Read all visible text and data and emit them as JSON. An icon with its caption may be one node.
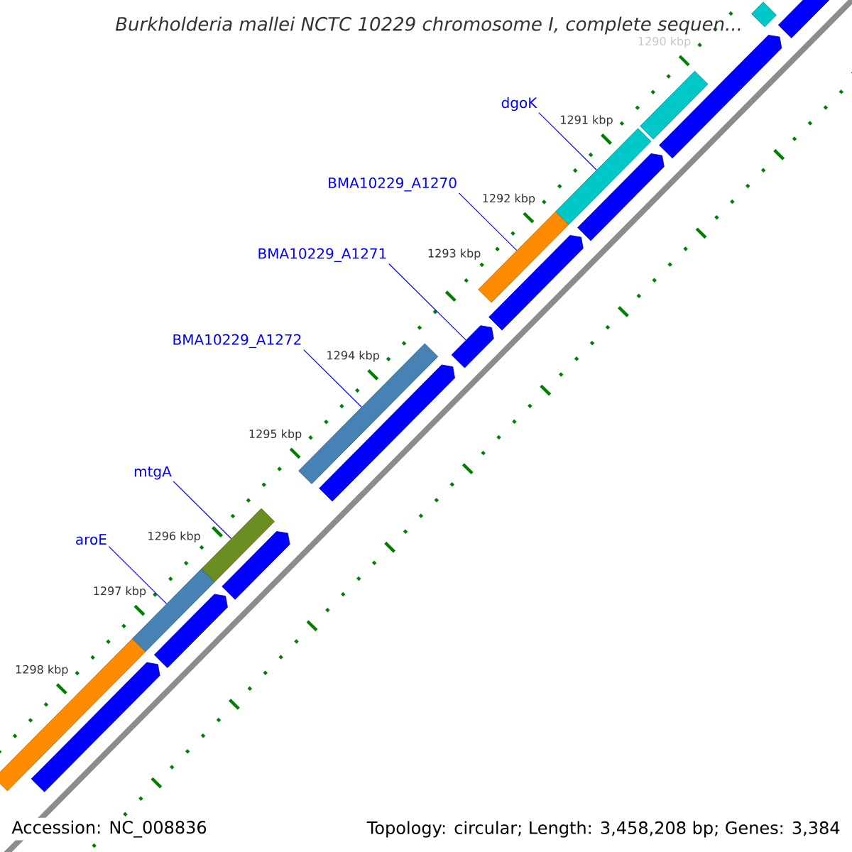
{
  "diagram": {
    "title": "Burkholderia mallei NCTC 10229 chromosome I, complete sequen...",
    "nodes": [
      {
        "text": [
          "dgoK"
        ]
      },
      {
        "text": [
          "BMA10229_A1270"
        ]
      },
      {
        "text": [
          "BMA10229_A1271"
        ]
      },
      {
        "text": [
          "BMA10229_A1272"
        ]
      },
      {
        "text": [
          "mtgA"
        ]
      },
      {
        "text": [
          "aroE"
        ]
      },
      {
        "text": [],
        "shape": "bar"
      },
      {
        "text": [],
        "shape": "bar"
      },
      {
        "text": [],
        "shape": "bar"
      },
      {
        "text": [],
        "shape": "bar"
      },
      {
        "text": [],
        "shape": "bar"
      },
      {
        "text": [],
        "shape": "bar"
      },
      {
        "text": [],
        "shape": "bar"
      },
      {
        "text": [],
        "shape": "bar"
      },
      {
        "text": [],
        "shape": "bar"
      },
      {
        "text": [],
        "shape": "bar"
      },
      {
        "text": [],
        "shape": "bar"
      },
      {
        "text": [],
        "shape": "bar"
      },
      {
        "text": [],
        "shape": "bar"
      },
      {
        "text": [],
        "shape": "bar"
      },
      {
        "text": [],
        "shape": "bar"
      },
      {
        "text": [],
        "shape": "bar"
      },
      {
        "text": [],
        "shape": "bar"
      }
    ],
    "edges": [
      {
        "from": 0,
        "to": 10,
        "arrow": "none"
      },
      {
        "from": 1,
        "to": 12,
        "arrow": "none"
      },
      {
        "from": 2,
        "to": 14,
        "arrow": "none"
      },
      {
        "from": 3,
        "to": 15,
        "arrow": "none"
      },
      {
        "from": 4,
        "to": 17,
        "arrow": "none"
      },
      {
        "from": 5,
        "to": 19,
        "arrow": "none"
      }
    ],
    "labels": [
      "1290 kbp",
      "1291 kbp",
      "1292 kbp",
      "1293 kbp",
      "1294 kbp",
      "1295 kbp",
      "1296 kbp",
      "1297 kbp",
      "1298 kbp",
      "Accession: NC_008836",
      "Topology: circular; Length: 3,458,208 bp; Genes: 3,384"
    ]
  }
}
